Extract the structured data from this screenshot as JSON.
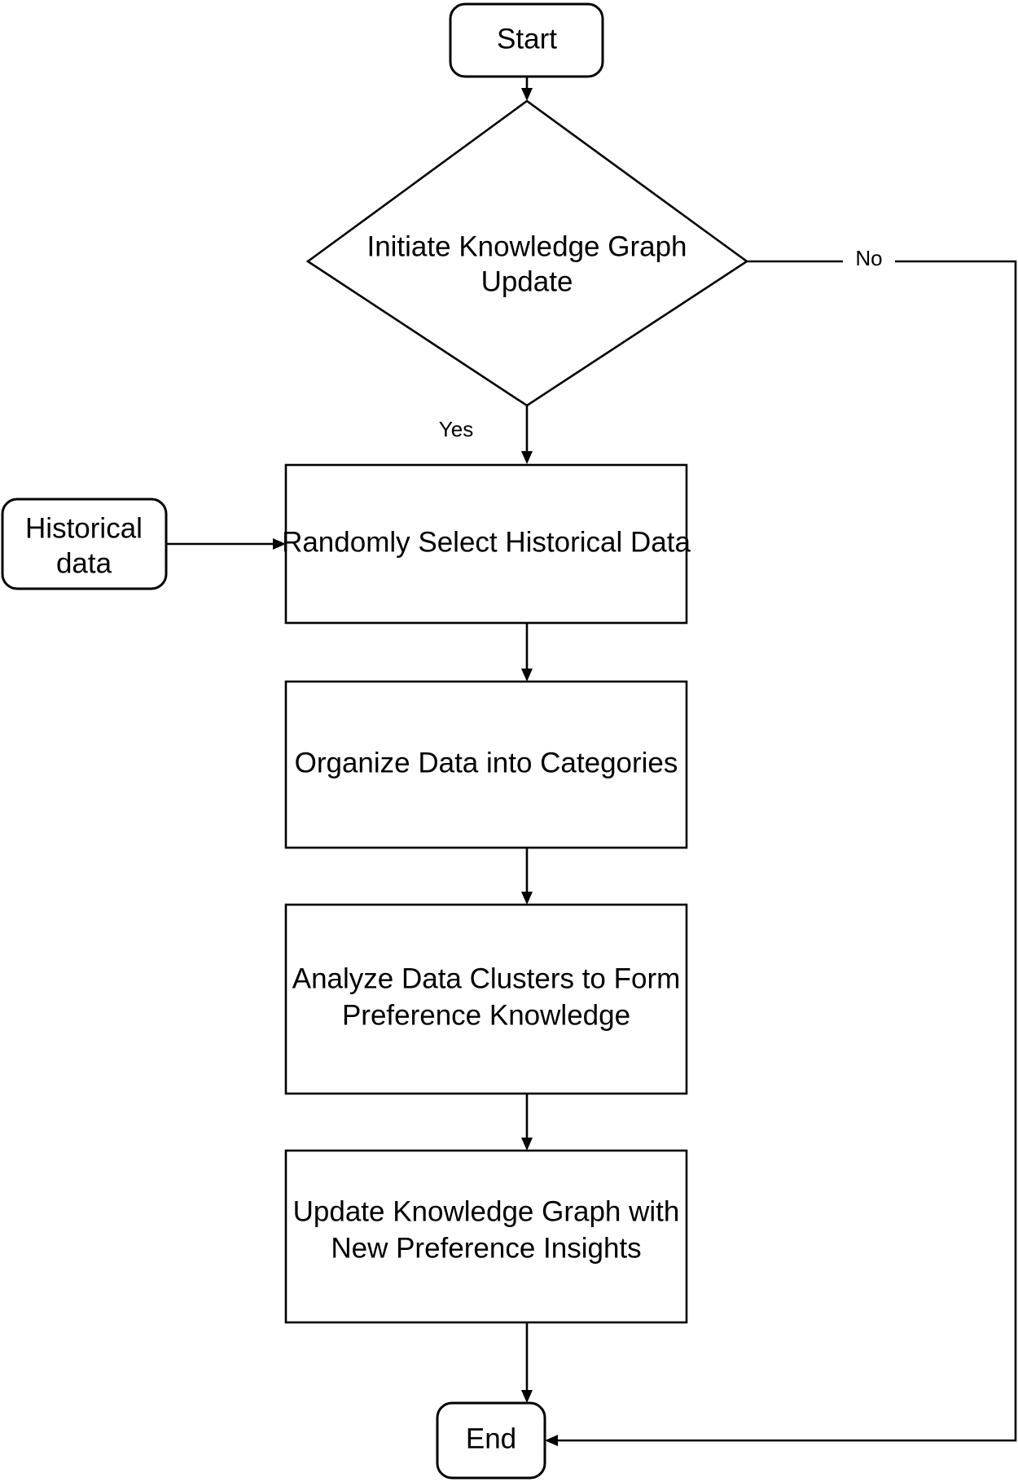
{
  "diagram": {
    "type": "flowchart",
    "title": "Knowledge Graph Update Flowchart",
    "orientation": "top-to-bottom",
    "background_color": "#ffffff",
    "stroke_color": "#000000",
    "text_color": "#000000"
  },
  "nodes": {
    "start": {
      "id": "start",
      "shape": "rounded-rectangle",
      "label": "Start"
    },
    "decision": {
      "id": "decision",
      "shape": "diamond",
      "label_line1": "Initiate Knowledge Graph",
      "label_line2": "Update"
    },
    "historical_data": {
      "id": "historical-data",
      "shape": "rounded-rectangle",
      "label_line1": "Historical",
      "label_line2": "data"
    },
    "select": {
      "id": "randomly-select-historical-data",
      "shape": "rectangle",
      "label": "Randomly Select Historical Data"
    },
    "organize": {
      "id": "organize-data-into-categories",
      "shape": "rectangle",
      "label": "Organize Data into Categories"
    },
    "analyze": {
      "id": "analyze-data-clusters",
      "shape": "rectangle",
      "label_line1": "Analyze Data Clusters to Form",
      "label_line2": "Preference Knowledge"
    },
    "update": {
      "id": "update-knowledge-graph",
      "shape": "rectangle",
      "label_line1": "Update Knowledge Graph with",
      "label_line2": "New Preference Insights"
    },
    "end": {
      "id": "end",
      "shape": "rounded-rectangle",
      "label": "End"
    }
  },
  "edge_labels": {
    "yes": "Yes",
    "no": "No"
  },
  "edges": [
    {
      "from": "start",
      "to": "decision",
      "label": ""
    },
    {
      "from": "decision",
      "to": "select",
      "label": "Yes"
    },
    {
      "from": "decision",
      "to": "end",
      "label": "No"
    },
    {
      "from": "historical_data",
      "to": "select",
      "label": ""
    },
    {
      "from": "select",
      "to": "organize",
      "label": ""
    },
    {
      "from": "organize",
      "to": "analyze",
      "label": ""
    },
    {
      "from": "analyze",
      "to": "update",
      "label": ""
    },
    {
      "from": "update",
      "to": "end",
      "label": ""
    }
  ]
}
